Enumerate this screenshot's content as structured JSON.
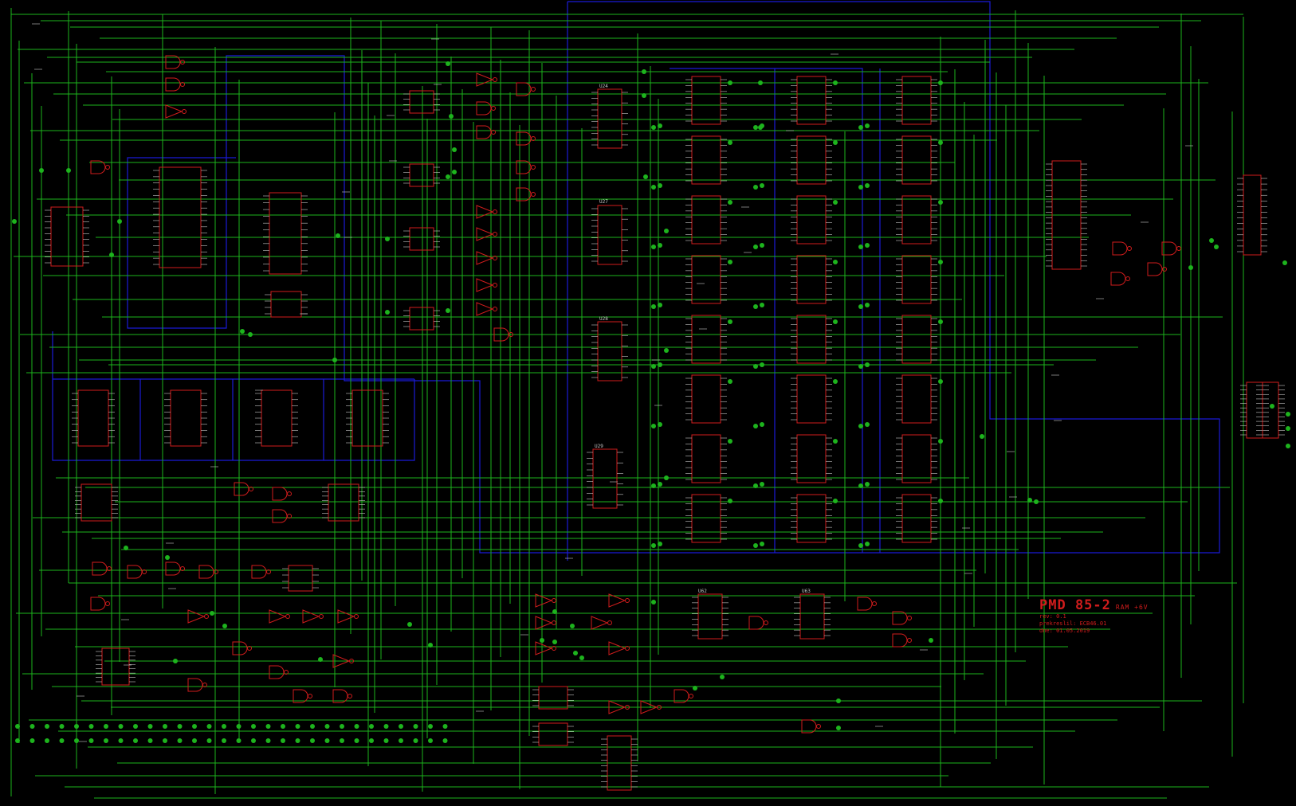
{
  "title_block": {
    "title": "PMD 85-2",
    "subtitle": "RAM +6V",
    "lines": [
      "rev: 0.1",
      "prekreslil: ECB46.01",
      "dne: 01.05.2019"
    ]
  },
  "chip_labels": [
    "U24",
    "U27",
    "U28",
    "U29",
    "U62",
    "U63"
  ],
  "colors": {
    "background": "#000000",
    "wire": "#1db31d",
    "bus": "#1a1ad6",
    "component": "#d01c1c",
    "text": "#c8c8c8"
  }
}
